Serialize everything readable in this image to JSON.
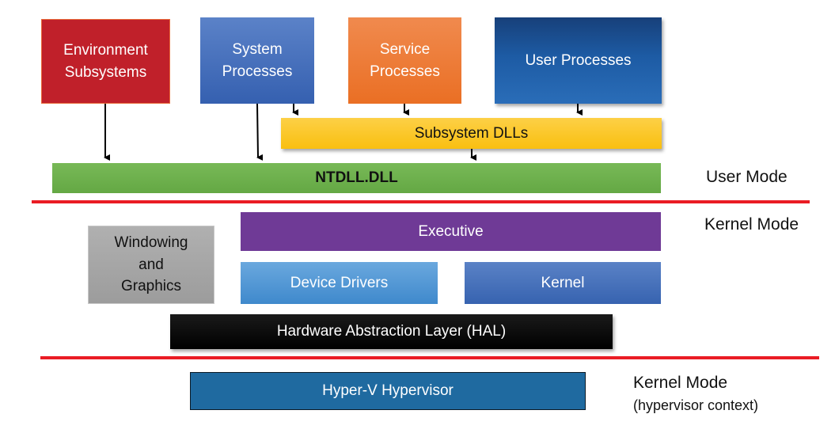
{
  "diagram": {
    "user_space": {
      "environment_subsystems": "Environment Subsystems",
      "system_processes": "System Processes",
      "service_processes": "Service Processes",
      "user_processes": "User Processes",
      "subsystem_dlls": "Subsystem DLLs",
      "ntdll": "NTDLL.DLL"
    },
    "kernel_space": {
      "windowing": "Windowing and Graphics",
      "executive": "Executive",
      "device_drivers": "Device Drivers",
      "kernel": "Kernel",
      "hal": "Hardware Abstraction Layer (HAL)"
    },
    "hypervisor_space": {
      "hyperv": "Hyper-V Hypervisor"
    },
    "mode_labels": {
      "user_mode": "User Mode",
      "kernel_mode": "Kernel Mode",
      "kernel_mode_hv": "Kernel Mode",
      "hv_context": "(hypervisor context)"
    },
    "colors": {
      "environment": "#c0202a",
      "system": "#3b66b8",
      "service": "#ee7a32",
      "user": "#1f5aa6",
      "subsystem_dlls": "#fcc514",
      "ntdll": "#6db24a",
      "windowing": "#a8a8a8",
      "executive": "#6f3a96",
      "device_drivers": "#4d94d4",
      "kernel": "#4170b8",
      "hal": "#000000",
      "hyperv": "#1f6aa0",
      "divider": "#ea1c24"
    }
  }
}
